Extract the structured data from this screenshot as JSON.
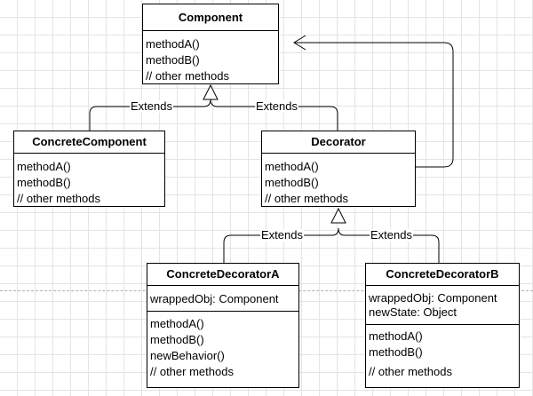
{
  "classes": {
    "component": {
      "name": "Component",
      "methods": [
        "methodA()",
        "methodB()",
        "// other methods"
      ]
    },
    "concrete_component": {
      "name": "ConcreteComponent",
      "methods": [
        "methodA()",
        "methodB()",
        "// other methods"
      ]
    },
    "decorator": {
      "name": "Decorator",
      "methods": [
        "methodA()",
        "methodB()",
        "// other methods"
      ]
    },
    "concrete_decorator_a": {
      "name": "ConcreteDecoratorA",
      "attributes": [
        "wrappedObj: Component"
      ],
      "methods": [
        "methodA()",
        "methodB()",
        "newBehavior()",
        "// other methods"
      ]
    },
    "concrete_decorator_b": {
      "name": "ConcreteDecoratorB",
      "attributes": [
        "wrappedObj: Component",
        "newState: Object"
      ],
      "methods": [
        "methodA()",
        "methodB()",
        "// other methods"
      ]
    }
  },
  "relations": {
    "extends_label": "Extends"
  }
}
